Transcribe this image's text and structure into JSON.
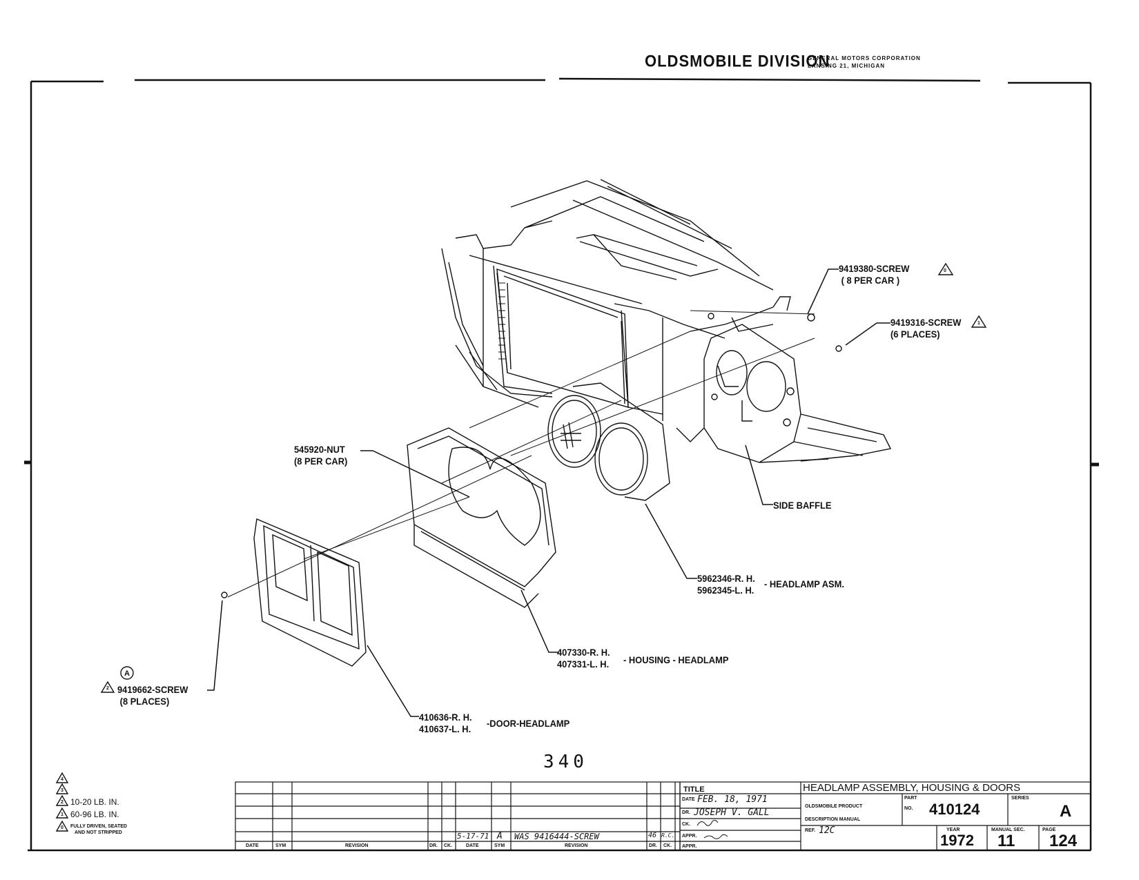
{
  "header": {
    "division": "OLDSMOBILE DIVISION",
    "corp_line1": "GENERAL MOTORS CORPORATION",
    "corp_line2": "LANSING 21, MICHIGAN"
  },
  "callouts": {
    "screw_9419380": {
      "line1": "9419380-SCREW",
      "line2": "( 8 PER CAR )",
      "symbol": "0"
    },
    "screw_9419316": {
      "line1": "9419316-SCREW",
      "line2": "(6 PLACES)",
      "symbol": "1"
    },
    "nut_545920": {
      "line1": "545920-NUT",
      "line2": "(8 PER CAR)"
    },
    "side_baffle": {
      "line1": "SIDE BAFFLE"
    },
    "headlamp_asm": {
      "line1": "5962346-R. H.",
      "line2": "5962345-L. H.",
      "suffix": "- HEADLAMP ASM."
    },
    "housing": {
      "line1": "407330-R. H.",
      "line2": "407331-L. H.",
      "suffix": "- HOUSING - HEADLAMP"
    },
    "door": {
      "line1": "410636-R. H.",
      "line2": "410637-L. H.",
      "suffix": "-DOOR-HEADLAMP"
    },
    "screw_9419662": {
      "line1": "9419662-SCREW",
      "line2": "(8 PLACES)",
      "symbol": "2",
      "circle": "A"
    }
  },
  "page_stamp": "340",
  "legend": {
    "items": [
      {
        "symbol": "4",
        "text": ""
      },
      {
        "symbol": "3",
        "text": ""
      },
      {
        "symbol": "2",
        "text": "10-20 LB. IN."
      },
      {
        "symbol": "1",
        "text": "60-96 LB. IN."
      },
      {
        "symbol": "0",
        "text": "FULLY DRIVEN, SEATED"
      },
      {
        "symbol": "",
        "text": "AND NOT STRIPPED"
      }
    ]
  },
  "revision_table": {
    "headers": [
      "DATE",
      "SYM",
      "REVISION",
      "DR.",
      "CK.",
      "DATE",
      "SYM",
      "REVISION",
      "DR.",
      "CK."
    ],
    "entry": {
      "date": "5-17-71",
      "sym": "A",
      "revision": "WAS 9416444-SCREW",
      "dr": "46",
      "ck": "R.C."
    }
  },
  "title_block": {
    "title_label": "TITLE",
    "title": "HEADLAMP ASSEMBLY, HOUSING & DOORS",
    "date_label": "DATE",
    "date": "FEB. 18, 1971",
    "dr_label": "DR.",
    "drawn_by": "JOSEPH V. GALL",
    "ck_label": "CK.",
    "appr_label": "APPR.",
    "appr2_label": "APPR.",
    "manual_line1": "OLDSMOBILE PRODUCT",
    "manual_line2": "DESCRIPTION MANUAL",
    "part_label_1": "PART",
    "part_label_2": "NO.",
    "part_no": "410124",
    "series_label": "SERIES",
    "series": "A",
    "ref_label": "REF.",
    "ref": "12C",
    "year_label": "YEAR",
    "year": "1972",
    "section_label": "MANUAL SEC.",
    "section": "11",
    "page_label": "PAGE",
    "page": "124"
  }
}
